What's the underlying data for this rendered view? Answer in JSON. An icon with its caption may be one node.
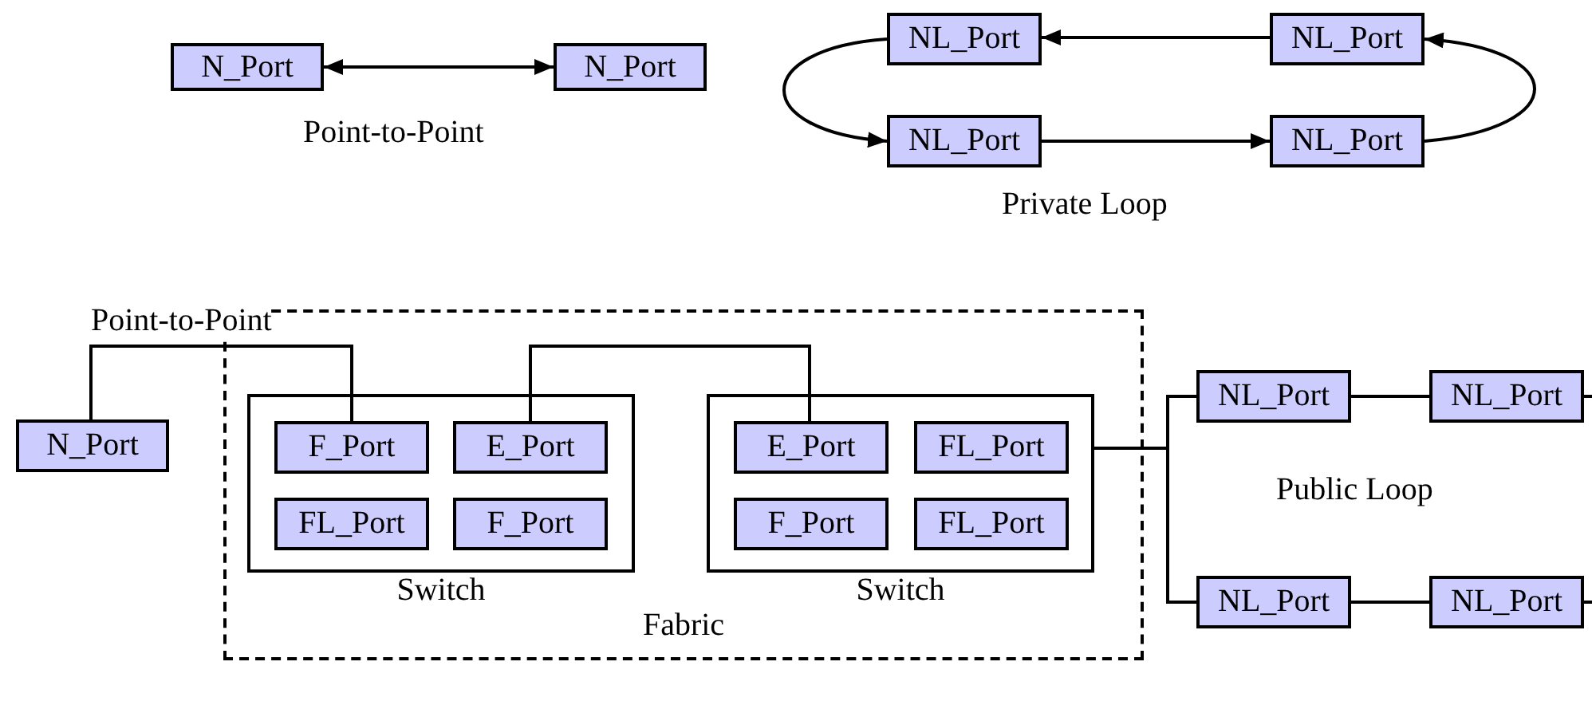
{
  "diagram": {
    "nodes": [
      {
        "text": [
          "N_Port"
        ]
      },
      {
        "text": [
          "N_Port"
        ]
      },
      {
        "text": [
          "NL_Port"
        ]
      },
      {
        "text": [
          "NL_Port"
        ]
      },
      {
        "text": [
          "NL_Port"
        ]
      },
      {
        "text": [
          "NL_Port"
        ]
      },
      {
        "text": [
          "Fabric"
        ]
      },
      {
        "text": [
          "Switch"
        ],
        "in": 6
      },
      {
        "text": [
          "F_Port"
        ],
        "in": 7
      },
      {
        "text": [
          "E_Port"
        ],
        "in": 7
      },
      {
        "text": [
          "FL_Port"
        ],
        "in": 7
      },
      {
        "text": [
          "F_Port"
        ],
        "in": 7
      },
      {
        "text": [
          "Switch"
        ],
        "in": 6
      },
      {
        "text": [
          "E_Port"
        ],
        "in": 12
      },
      {
        "text": [
          "FL_Port"
        ],
        "in": 12
      },
      {
        "text": [
          "F_Port"
        ],
        "in": 12
      },
      {
        "text": [
          "FL_Port"
        ],
        "in": 12
      },
      {
        "text": [
          "N_Port"
        ]
      },
      {
        "text": [
          "NL_Port"
        ]
      },
      {
        "text": [
          "NL_Port"
        ]
      },
      {
        "text": [
          "NL_Port"
        ]
      },
      {
        "text": [
          "NL_Port"
        ]
      }
    ],
    "edges": [
      {
        "from": 0,
        "to": 1,
        "arrow": "both"
      },
      {
        "from": 3,
        "to": 2,
        "arrow": "to"
      },
      {
        "from": 2,
        "to": 4,
        "arrow": "to"
      },
      {
        "from": 4,
        "to": 5,
        "arrow": "to"
      },
      {
        "from": 5,
        "to": 3,
        "arrow": "to"
      },
      {
        "from": 17,
        "to": 8,
        "arrow": "none",
        "label": "Point-to-Point"
      },
      {
        "from": 9,
        "to": 13,
        "arrow": "none"
      },
      {
        "from": 12,
        "to": 18,
        "arrow": "none"
      },
      {
        "from": 12,
        "to": 20,
        "arrow": "none"
      },
      {
        "from": 18,
        "to": 19,
        "arrow": "none"
      },
      {
        "from": 20,
        "to": 21,
        "arrow": "none"
      },
      {
        "from": 19,
        "to": null,
        "arrow": "none"
      },
      {
        "from": 21,
        "to": null,
        "arrow": "none"
      }
    ],
    "labels": [
      "Point-to-Point",
      "Private Loop",
      "Public Loop"
    ]
  }
}
